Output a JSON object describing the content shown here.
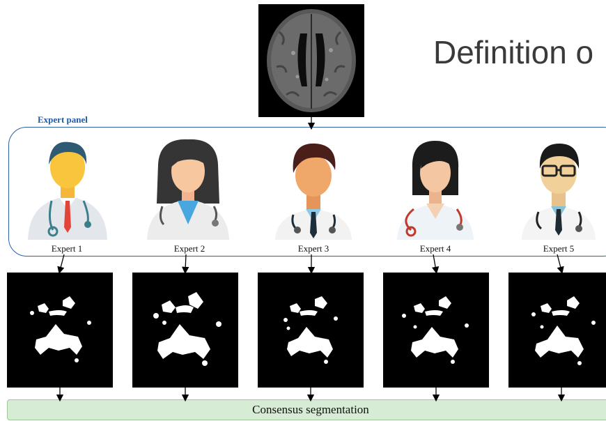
{
  "slide": {
    "title": "Definition o"
  },
  "panel": {
    "label": "Expert panel"
  },
  "experts": [
    {
      "label": "Expert 1"
    },
    {
      "label": "Expert 2"
    },
    {
      "label": "Expert 3"
    },
    {
      "label": "Expert 4"
    },
    {
      "label": "Expert 5"
    }
  ],
  "consensus": {
    "label": "Consensus segmentation"
  },
  "colors": {
    "panel_border": "#2c5fa8",
    "panel_label": "#1f5aa6",
    "consensus_fill": "#d7ecd4"
  }
}
